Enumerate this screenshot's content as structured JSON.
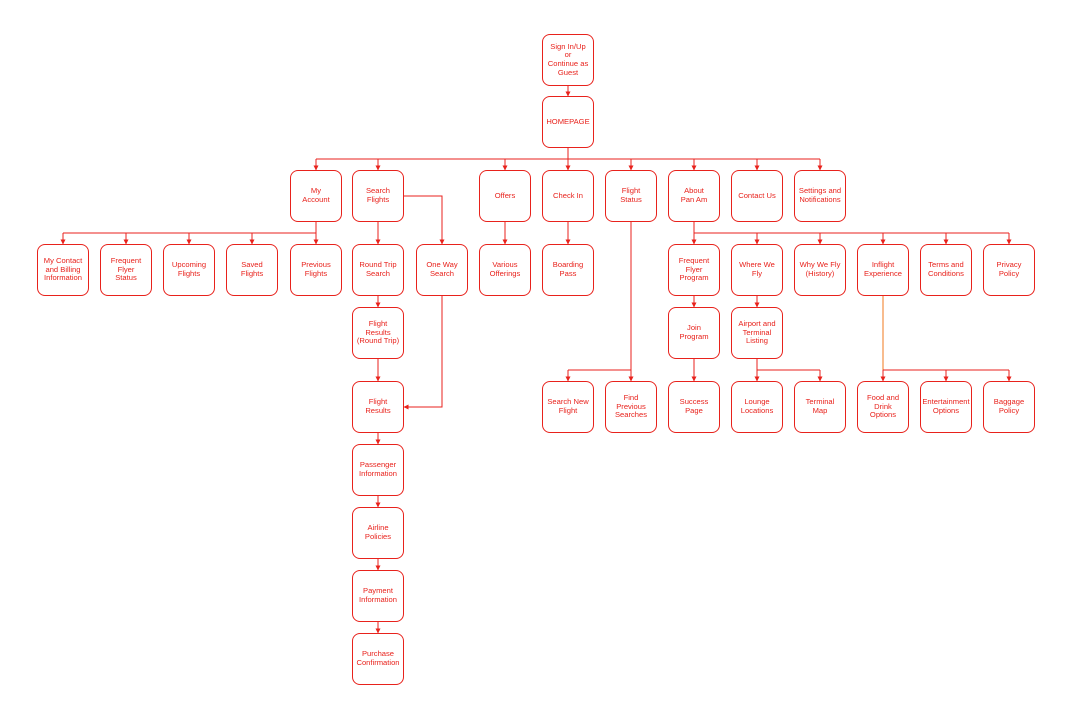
{
  "colors": {
    "stroke": "#e8221c",
    "highlight": "#f0781e",
    "background": "#ffffff"
  },
  "nodes": {
    "signin": "Sign In/Up or\nContinue as\nGuest",
    "homepage": "HOMEPAGE",
    "myaccount": "My\nAccount",
    "searchflights": "Search\nFlights",
    "offers": "Offers",
    "checkin": "Check In",
    "flightstatus": "Flight\nStatus",
    "aboutpanam": "About\nPan Am",
    "contactus": "Contact Us",
    "settings": "Settings and\nNotifications",
    "contactbilling": "My Contact\nand Billing\nInformation",
    "ffstatus": "Frequent\nFlyer\nStatus",
    "upcoming": "Upcoming\nFlights",
    "saved": "Saved\nFlights",
    "previous": "Previous\nFlights",
    "roundtrip": "Round Trip\nSearch",
    "oneway": "One Way\nSearch",
    "various": "Various\nOfferings",
    "boarding": "Boarding\nPass",
    "ffprogram": "Frequent\nFlyer\nProgram",
    "wherewefly": "Where We\nFly",
    "whywefly": "Why We Fly\n(History)",
    "inflight": "Inflight\nExperience",
    "terms": "Terms and\nConditions",
    "privacy": "Privacy\nPolicy",
    "resultsrt": "Flight Results\n(Round Trip)",
    "join": "Join\nProgram",
    "airport": "Airport and\nTerminal\nListing",
    "results": "Flight\nResults",
    "searchnew": "Search New\nFlight",
    "findprev": "Find Previous\nSearches",
    "success": "Success\nPage",
    "lounge": "Lounge\nLocations",
    "terminalmap": "Terminal\nMap",
    "food": "Food and\nDrink Options",
    "entertainment": "Entertainment\nOptions",
    "baggage": "Baggage\nPolicy",
    "passenger": "Passenger\nInformation",
    "policies": "Airline\nPolicies",
    "payment": "Payment\nInformation",
    "purchase": "Purchase\nConfirmation"
  }
}
